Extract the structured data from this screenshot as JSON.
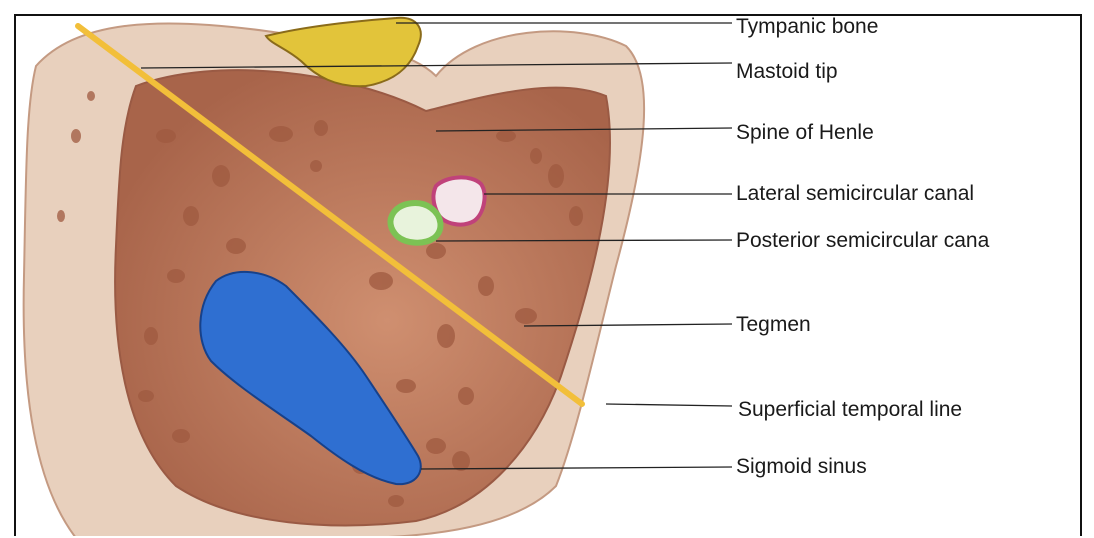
{
  "figure": {
    "labels": [
      {
        "id": "tympanic-bone",
        "text": "Tympanic bone"
      },
      {
        "id": "mastoid-tip",
        "text": "Mastoid tip"
      },
      {
        "id": "spine-of-henle",
        "text": "Spine of Henle"
      },
      {
        "id": "lateral-semicircular-canal",
        "text": "Lateral semicircular canal"
      },
      {
        "id": "posterior-semicircular-canal",
        "text": "Posterior semicircular cana"
      },
      {
        "id": "tegmen",
        "text": "Tegmen"
      },
      {
        "id": "superficial-temporal-line",
        "text": "Superficial temporal line"
      },
      {
        "id": "sigmoid-sinus",
        "text": "Sigmoid sinus"
      }
    ],
    "colors": {
      "bone": "#d9a58a",
      "bone_dark": "#b9775b",
      "tympanic_bone": "#e2c43a",
      "sigmoid_sinus": "#2f6fd1",
      "lateral_canal": "#c0427a",
      "posterior_canal": "#7cc254",
      "temporal_line": "#f2bf3a"
    }
  }
}
